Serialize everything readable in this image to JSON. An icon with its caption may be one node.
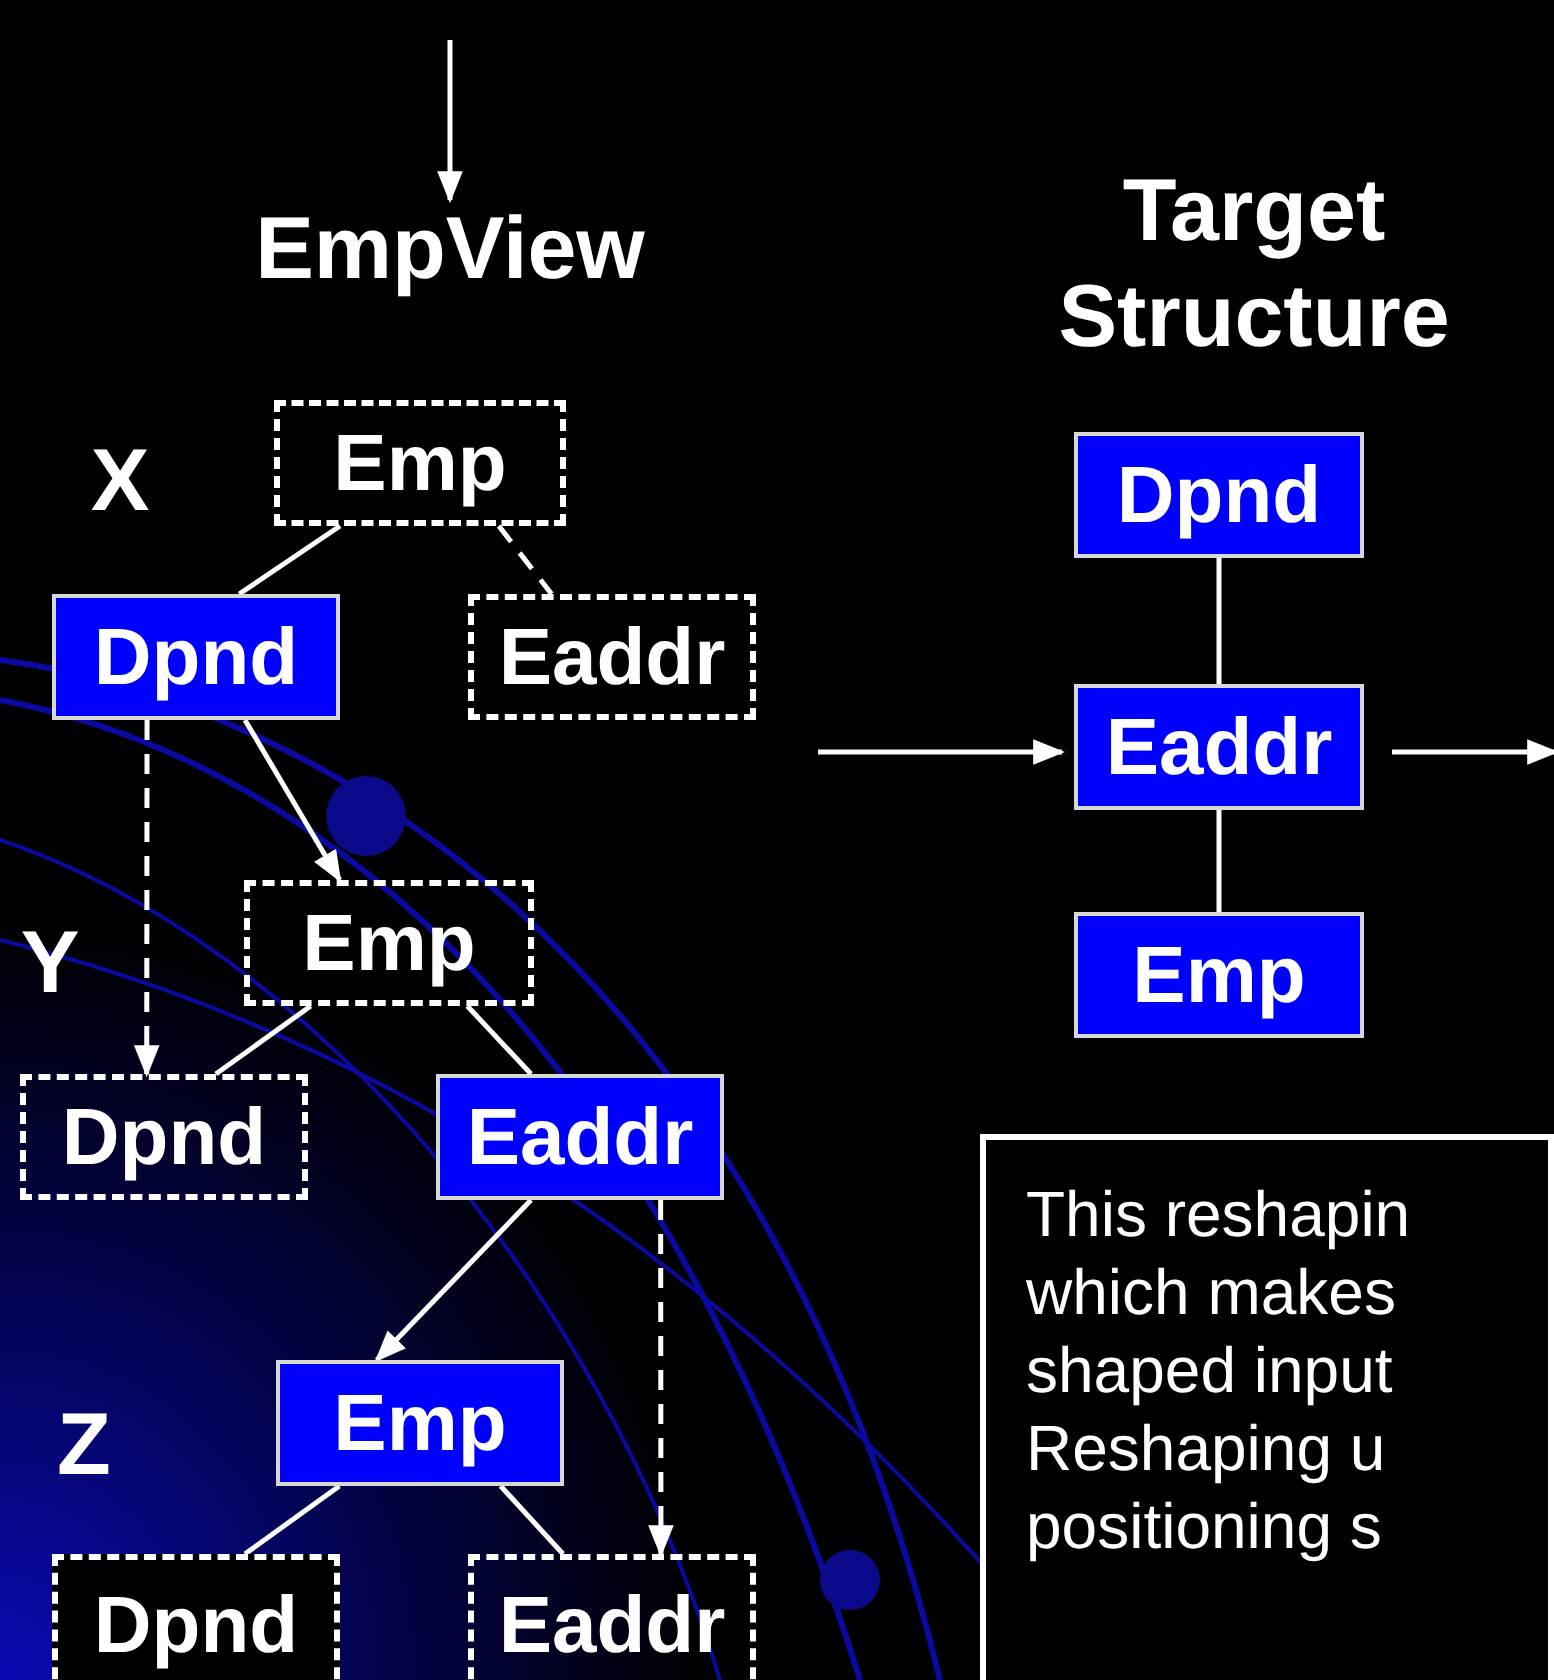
{
  "diagram": {
    "nodes": [
      {
        "text": [
          "EmpView"
        ]
      },
      {
        "text": [
          "Emp"
        ]
      },
      {
        "text": [
          "Dpnd"
        ]
      },
      {
        "text": [
          "Eaddr"
        ]
      },
      {
        "text": [
          "Emp"
        ]
      },
      {
        "text": [
          "Dpnd"
        ]
      },
      {
        "text": [
          "Eaddr"
        ]
      },
      {
        "text": [
          "Emp"
        ]
      },
      {
        "text": [
          "Dpnd"
        ]
      },
      {
        "text": [
          "Eaddr"
        ]
      },
      {
        "text": [
          "Dpnd"
        ]
      },
      {
        "text": [
          "Eaddr"
        ]
      },
      {
        "text": [
          "Emp"
        ]
      },
      {
        "text": [
          "This reshapin which makes shaped input Reshaping u positioning s"
        ]
      }
    ],
    "edges": [
      {
        "from": null,
        "to": 0,
        "arrow": "to"
      },
      {
        "from": 1,
        "to": 2,
        "arrow": "none"
      },
      {
        "from": 1,
        "to": 3,
        "arrow": "none",
        "style": "dashed"
      },
      {
        "from": 2,
        "to": 4,
        "arrow": "to"
      },
      {
        "from": 2,
        "to": 5,
        "arrow": "to",
        "style": "dashed"
      },
      {
        "from": 4,
        "to": 5,
        "arrow": "none"
      },
      {
        "from": 4,
        "to": 6,
        "arrow": "none"
      },
      {
        "from": 6,
        "to": 7,
        "arrow": "to"
      },
      {
        "from": 6,
        "to": 9,
        "arrow": "to",
        "style": "dashed"
      },
      {
        "from": 7,
        "to": 8,
        "arrow": "none"
      },
      {
        "from": 7,
        "to": 9,
        "arrow": "none"
      },
      {
        "from": 10,
        "to": 11,
        "arrow": "none"
      },
      {
        "from": 11,
        "to": 12,
        "arrow": "none"
      },
      {
        "from": null,
        "to": 11,
        "arrow": "to"
      },
      {
        "from": 11,
        "to": null,
        "arrow": "to"
      }
    ],
    "labels": [
      "X",
      "Y",
      "Z",
      "Target Structure"
    ]
  }
}
